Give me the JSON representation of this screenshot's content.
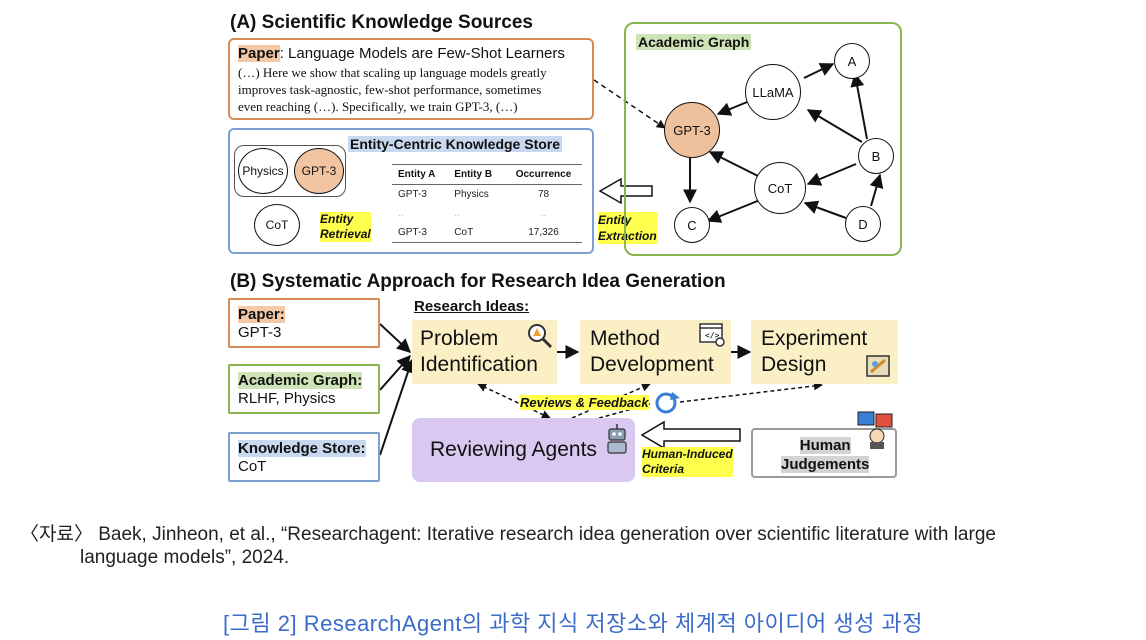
{
  "section_a": {
    "title": "(A) Scientific Knowledge Sources",
    "paper": {
      "label": "Paper",
      "title_rest": ": Language Models are Few-Shot Learners",
      "lines": [
        "(…) Here we show that scaling up language models greatly",
        "improves task-agnostic, few-shot performance, sometimes",
        "even reaching (…). Specifically, we train GPT-3, (…)"
      ]
    },
    "knowledge_store": {
      "title": "Entity-Centric Knowledge Store",
      "entities": [
        "Physics",
        "GPT-3",
        "CoT"
      ],
      "retrieval_label": [
        "Entity",
        "Retrieval"
      ],
      "table": {
        "headers": [
          "Entity A",
          "Entity B",
          "Occurrence"
        ],
        "rows": [
          [
            "GPT-3",
            "Physics",
            "78"
          ],
          [
            "..",
            "..",
            ".."
          ],
          [
            "GPT-3",
            "CoT",
            "17,326"
          ]
        ]
      }
    },
    "extraction_label": [
      "Entity",
      "Extraction"
    ],
    "academic_graph": {
      "title": "Academic Graph",
      "nodes": {
        "gpt3": "GPT-3",
        "llama": "LLaMA",
        "a": "A",
        "b": "B",
        "c": "C",
        "d": "D",
        "cot": "CoT"
      }
    }
  },
  "section_b": {
    "title": "(B) Systematic Approach for Research Idea Generation",
    "inputs": [
      {
        "label": "Paper:",
        "value": "GPT-3"
      },
      {
        "label": "Academic Graph:",
        "value": "RLHF, Physics"
      },
      {
        "label": "Knowledge Store:",
        "value": "CoT"
      }
    ],
    "research_ideas_label": "Research Ideas:",
    "stages": [
      [
        "Problem",
        "Identification"
      ],
      [
        "Method",
        "Development"
      ],
      [
        "Experiment",
        "Design"
      ]
    ],
    "reviews_label": "Reviews & Feedback",
    "reviewing_agents": "Reviewing Agents",
    "human_criteria": [
      "Human-Induced",
      "Criteria"
    ],
    "human_judgements": [
      "Human",
      "Judgements"
    ]
  },
  "caption": {
    "prefix": "〈자료〉",
    "line1": "Baek, Jinheon, et al., “Researchagent: Iterative research idea generation over scientific literature with large",
    "line2": "language models”, 2024."
  },
  "figure_title": "[그림 2] ResearchAgent의 과학 지식 저장소와 체계적 아이디어 생성 과정"
}
